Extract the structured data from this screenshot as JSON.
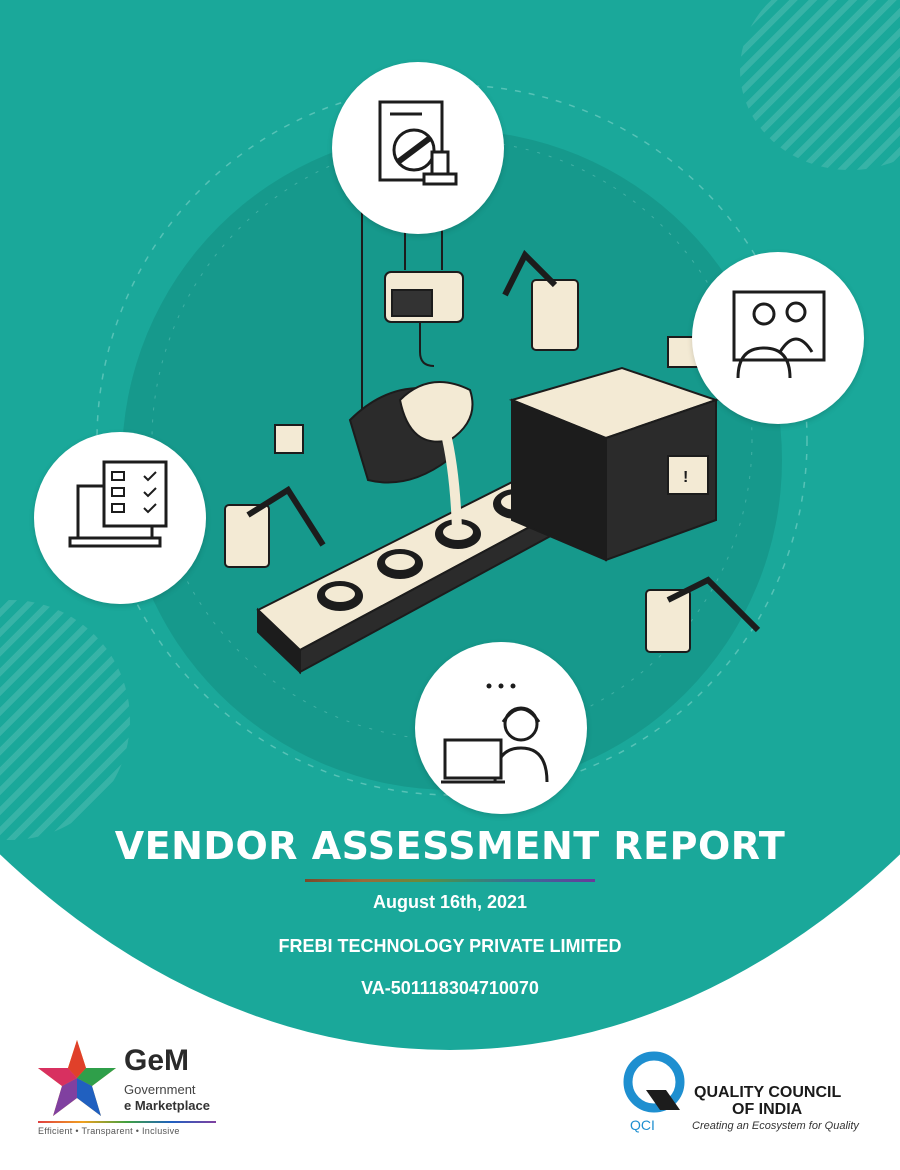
{
  "report": {
    "title": "VENDOR ASSESSMENT REPORT",
    "date": "August 16th, 2021",
    "company": "FREBI TECHNOLOGY PRIVATE LIMITED",
    "vendor_id": "VA-501118304710070"
  },
  "gem_logo": {
    "name": "GeM",
    "line1": "Government",
    "line2": "e Marketplace",
    "tagline": "Efficient • Transparent • Inclusive"
  },
  "qci_logo": {
    "abbr": "QCI",
    "name_line1": "QUALITY COUNCIL",
    "name_line2": "OF INDIA",
    "tagline": "Creating an Ecosystem for Quality"
  },
  "illustration": {
    "icons": [
      "document-stamp-icon",
      "video-conference-icon",
      "laptop-checklist-icon",
      "support-agent-icon"
    ]
  },
  "colors": {
    "background_teal": "#1aa89a",
    "dark_teal": "#0f7f74",
    "cream": "#f3ead4",
    "outline": "#1c1c1c"
  }
}
